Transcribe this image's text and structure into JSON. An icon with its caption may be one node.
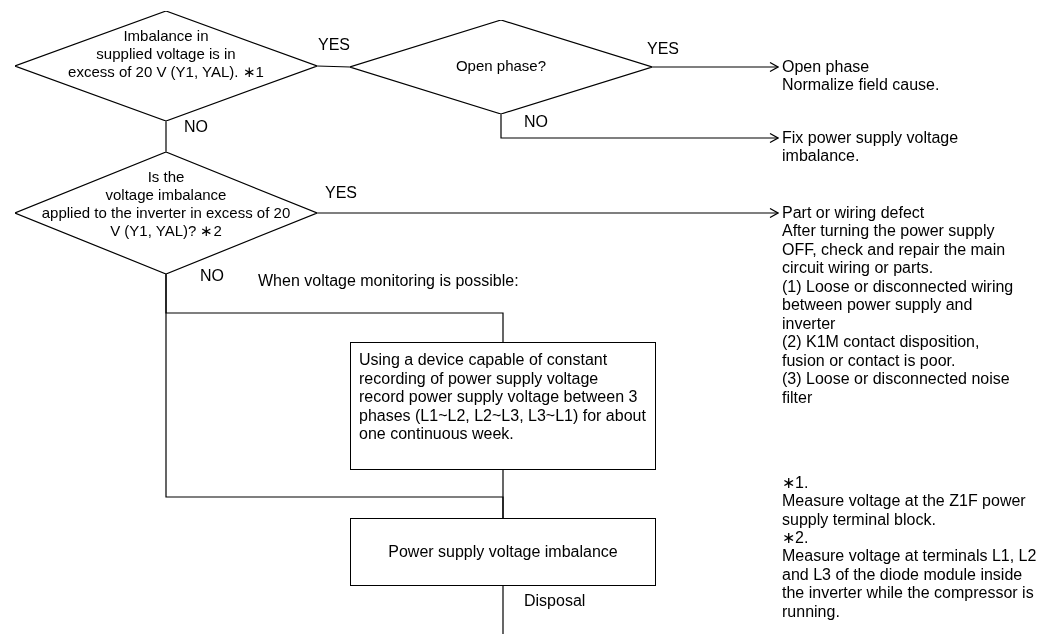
{
  "diagram": {
    "nodes": [
      {
        "text": [
          "Imbalance in supplied voltage is in excess of 20 V (Y1, YAL). ∗1"
        ]
      },
      {
        "text": [
          "Open phase?"
        ]
      },
      {
        "text": [
          "Open phase",
          "Normalize field cause."
        ]
      },
      {
        "text": [
          "Fix power supply voltage imbalance."
        ]
      },
      {
        "text": [
          "Is the voltage imbalance applied to the inverter in excess of 20 V (Y1, YAL)? ∗2"
        ]
      },
      {
        "text": [
          "Part or wiring defect",
          "After turning the power supply OFF, check and repair the main circuit wiring or parts.",
          "(1) Loose or disconnected wiring between power supply and inverter",
          "(2) K1M contact disposition, fusion or contact is poor.",
          "(3) Loose or disconnected noise filter"
        ]
      },
      {
        "text": [
          "Using a device capable of constant recording of power supply voltage record power supply voltage between 3 phases (L1~L2, L2~L3, L3~L1) for about one continuous week."
        ]
      },
      {
        "text": [
          "Power supply voltage imbalance"
        ]
      }
    ],
    "edges": [
      {
        "from": 0,
        "to": 1,
        "arrow": "none",
        "label": "YES"
      },
      {
        "from": 1,
        "to": 2,
        "arrow": "to",
        "label": "YES"
      },
      {
        "from": 1,
        "to": 3,
        "arrow": "to",
        "label": "NO"
      },
      {
        "from": 0,
        "to": 4,
        "arrow": "none",
        "label": "NO"
      },
      {
        "from": 4,
        "to": 5,
        "arrow": "to",
        "label": "YES"
      },
      {
        "from": 4,
        "to": 6,
        "arrow": "none",
        "label": "NO"
      },
      {
        "from": 4,
        "to": 7,
        "arrow": "none"
      },
      {
        "from": 6,
        "to": 7,
        "arrow": "none"
      },
      {
        "from": 7,
        "to": null,
        "arrow": "none",
        "label": "Disposal"
      }
    ],
    "labels": [
      "When voltage monitoring is possible:",
      "∗1.",
      "Measure voltage at the Z1F power supply terminal block.",
      "∗2.",
      "Measure voltage at terminals L1, L2 and L3 of the diode module inside the inverter while the compressor is running."
    ]
  }
}
